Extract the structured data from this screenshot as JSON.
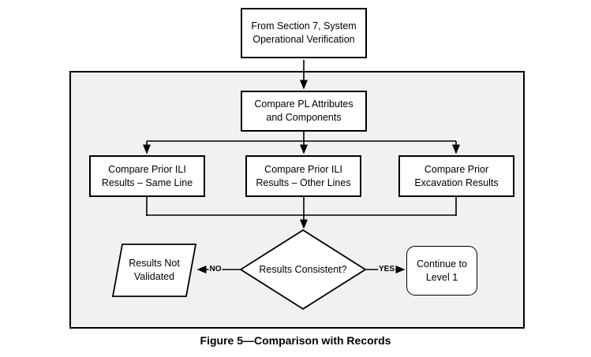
{
  "colors": {
    "page_background": "#ffffff",
    "boundary_fill": "#f1f1f0",
    "shape_fill": "#ffffff",
    "line": "#000000",
    "text": "#000000"
  },
  "flowchart": {
    "nodes": {
      "start": {
        "line1": "From Section 7, System",
        "line2": "Operational Verification"
      },
      "compare_pl": {
        "line1": "Compare PL Attributes",
        "line2": "and Components"
      },
      "ili_same": {
        "line1": "Compare Prior ILI",
        "line2": "Results – Same Line"
      },
      "ili_other": {
        "line1": "Compare Prior ILI",
        "line2": "Results – Other Lines"
      },
      "excavation": {
        "line1": "Compare Prior",
        "line2": "Excavation Results"
      },
      "decision": {
        "label": "Results Consistent?"
      },
      "not_validated": {
        "line1": "Results Not",
        "line2": "Validated"
      },
      "continue_level1": {
        "line1": "Continue to",
        "line2": "Level 1"
      }
    },
    "edges": {
      "no_label": "NO",
      "yes_label": "YES"
    }
  },
  "caption": "Figure 5—Comparison with Records"
}
